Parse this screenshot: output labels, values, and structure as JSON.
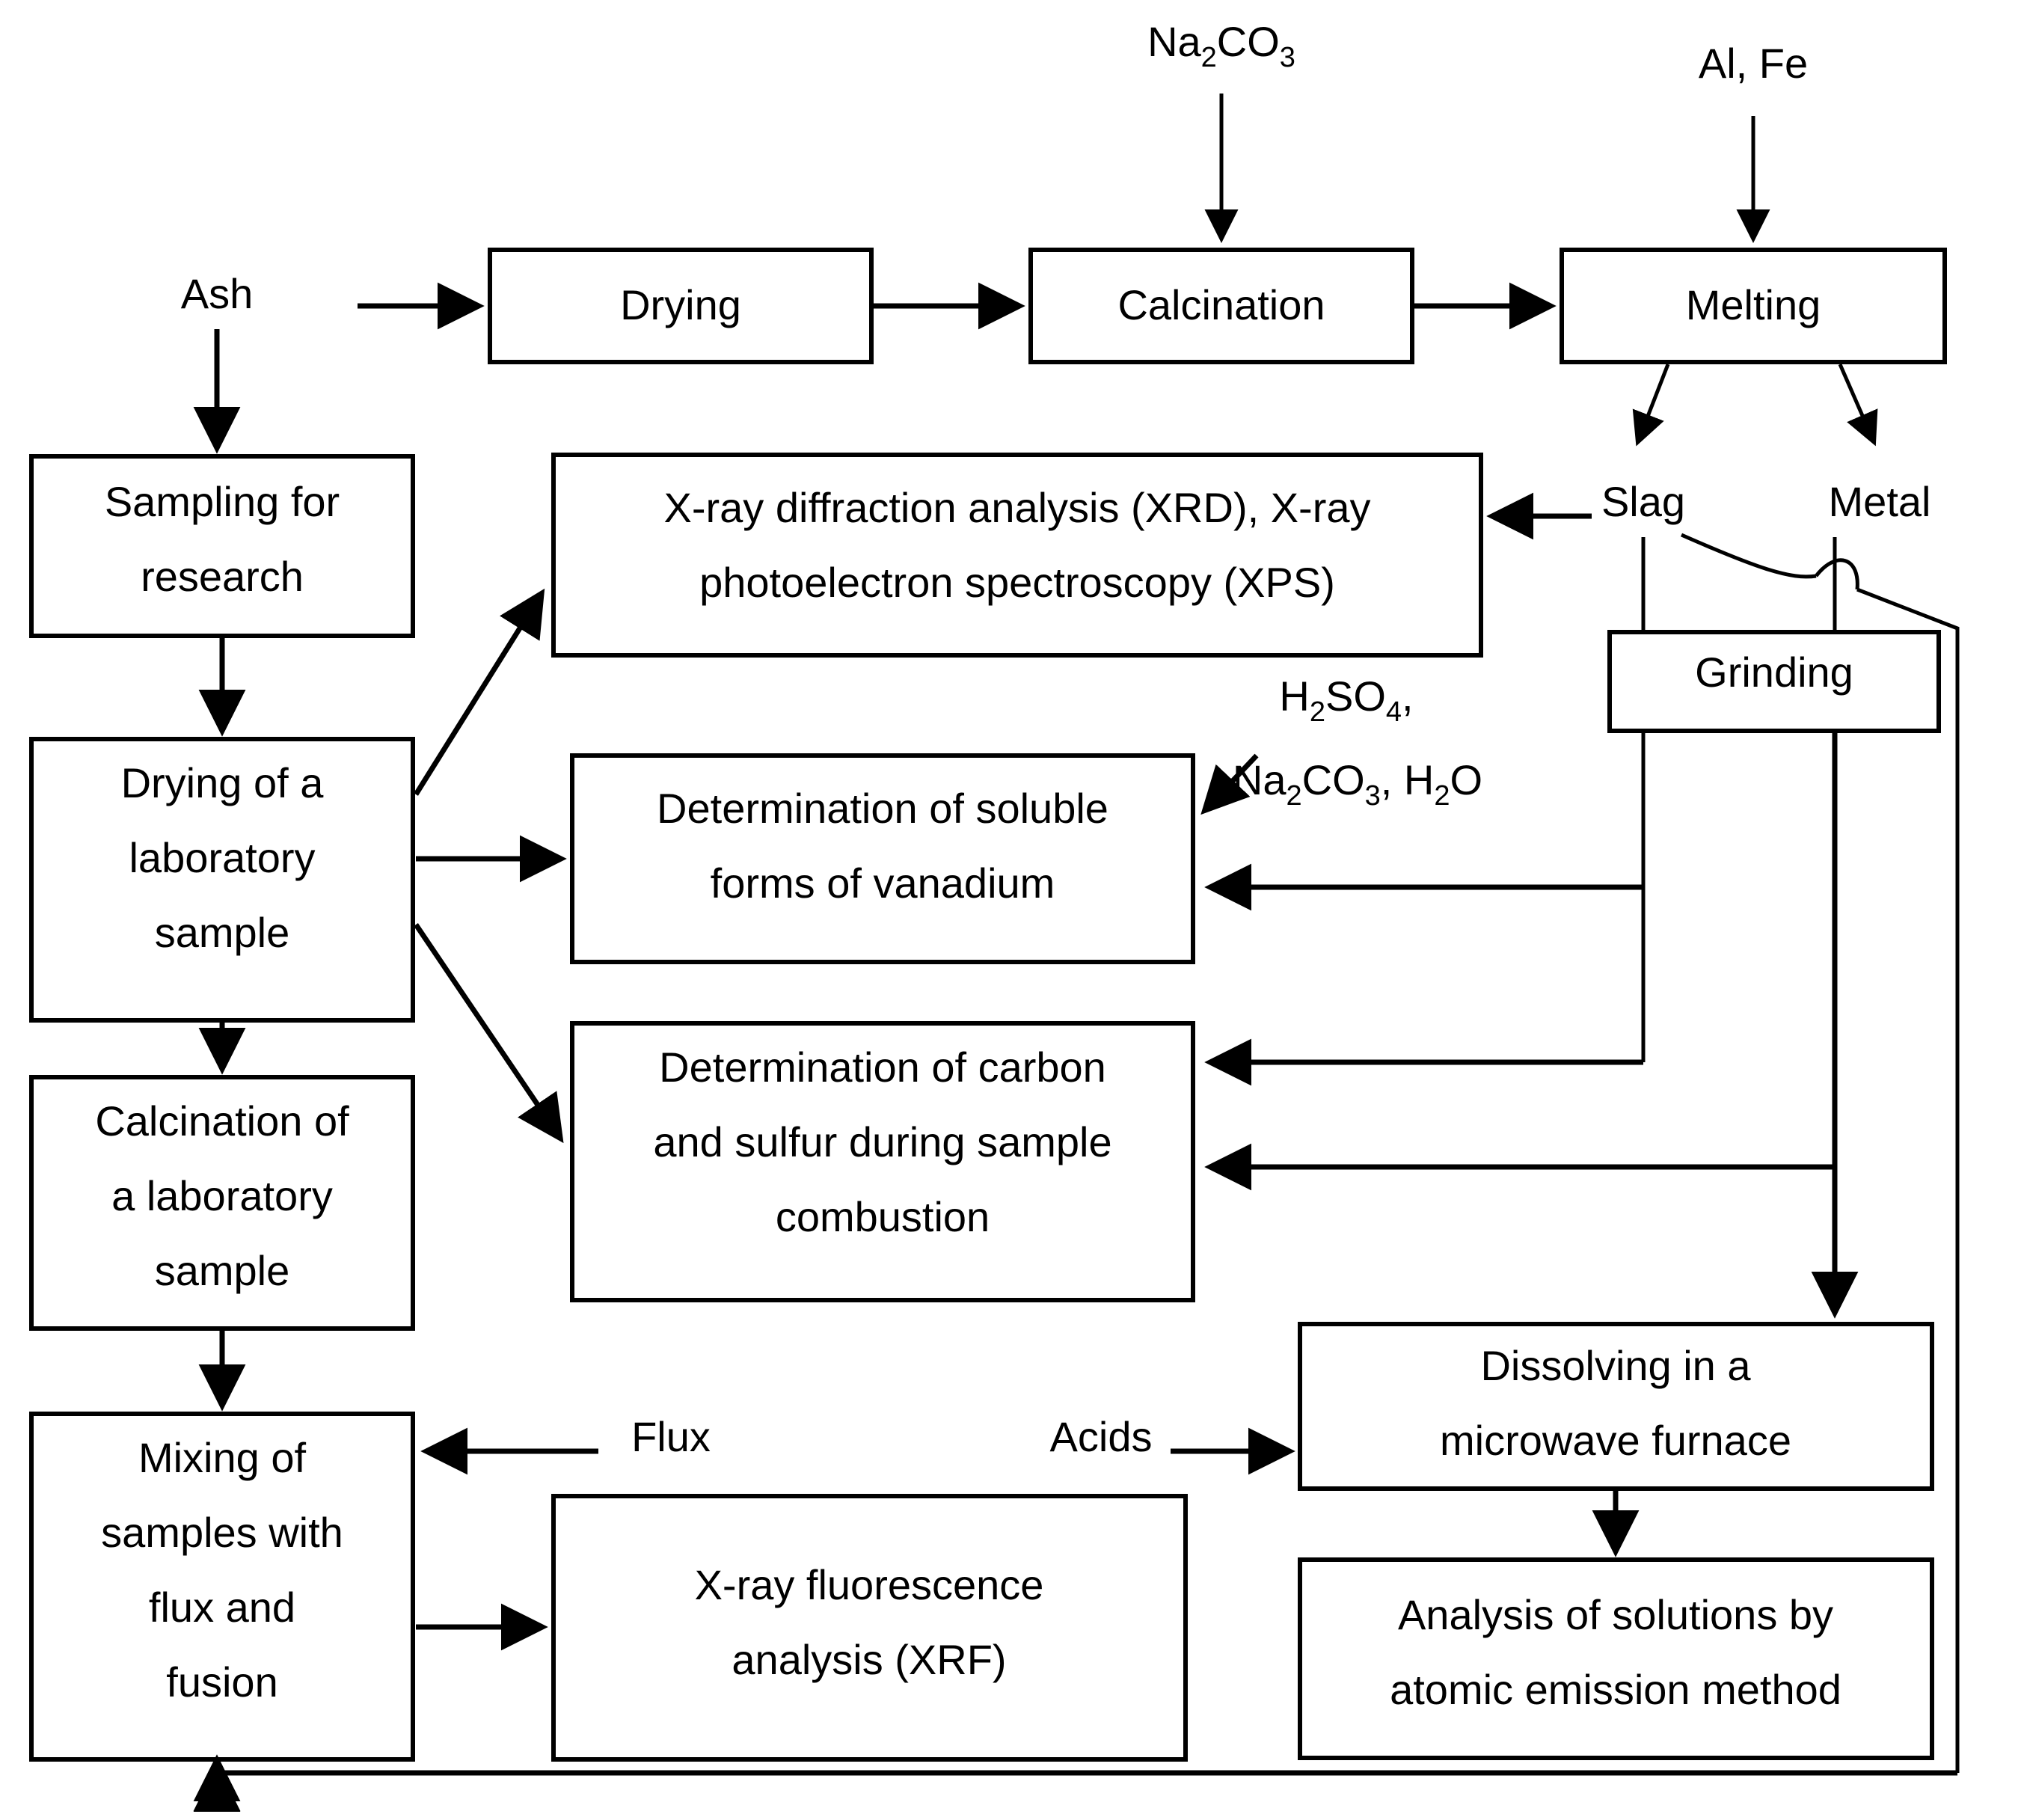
{
  "diagram": {
    "title": "Ash processing and analysis flowchart",
    "colors": {
      "stroke": "#000000",
      "fill": "#ffffff",
      "background": "#ffffff"
    },
    "nodes": {
      "ash": "Ash",
      "drying": "Drying",
      "calcination": "Calcination",
      "melting": "Melting",
      "sampling_for_research": "Sampling for research",
      "sampling_for_research_l1": "Sampling for",
      "sampling_for_research_l2": "research",
      "drying_lab_sample": "Drying of a laboratory sample",
      "drying_lab_l1": "Drying of a",
      "drying_lab_l2": "laboratory",
      "drying_lab_l3": "sample",
      "calcination_lab_sample": "Calcination of a laboratory sample",
      "calcination_lab_l1": "Calcination of",
      "calcination_lab_l2": "a laboratory",
      "calcination_lab_l3": "sample",
      "mixing_flux_fusion": "Mixing of samples with flux and fusion",
      "mixing_l1": "Mixing of",
      "mixing_l2": "samples with",
      "mixing_l3": "flux and",
      "mixing_l4": "fusion",
      "xrd_xps": "X-ray diffraction analysis (XRD), X-ray photoelectron spectroscopy (XPS)",
      "xrd_xps_l1": "X-ray diffraction analysis (XRD), X-ray",
      "xrd_xps_l2": "photoelectron spectroscopy (XPS)",
      "soluble_vanadium": "Determination of soluble forms of vanadium",
      "soluble_vanadium_l1": "Determination of soluble",
      "soluble_vanadium_l2": "forms of vanadium",
      "carbon_sulfur": "Determination of carbon and sulfur during sample combustion",
      "carbon_sulfur_l1": "Determination of carbon",
      "carbon_sulfur_l2": "and sulfur during sample",
      "carbon_sulfur_l3": "combustion",
      "xrf": "X-ray fluorescence analysis (XRF)",
      "xrf_l1": "X-ray fluorescence",
      "xrf_l2": "analysis (XRF)",
      "dissolving": "Dissolving in a microwave furnace",
      "dissolving_l1": "Dissolving in a",
      "dissolving_l2": "microwave furnace",
      "atomic_emission": "Analysis of solutions by atomic emission method",
      "atomic_emission_l1": "Analysis of solutions by",
      "atomic_emission_l2": "atomic emission method",
      "grinding": "Grinding",
      "slag": "Slag",
      "metal": "Metal"
    },
    "reagents": {
      "sodium_carbonate_base": "Na",
      "sodium_carbonate_sub1": "2",
      "sodium_carbonate_mid": "CO",
      "sodium_carbonate_sub2": "3",
      "al_fe": "Al, Fe",
      "acid_line1_a": "H",
      "acid_line1_sub1": "2",
      "acid_line1_b": "SO",
      "acid_line1_sub2": "4",
      "acid_line1_c": ",",
      "acid_line2_a": "Na",
      "acid_line2_sub1": "2",
      "acid_line2_b": "CO",
      "acid_line2_sub2": "3",
      "acid_line2_c": ", H",
      "acid_line2_sub3": "2",
      "acid_line2_d": "O",
      "flux": "Flux",
      "acids": "Acids"
    }
  }
}
